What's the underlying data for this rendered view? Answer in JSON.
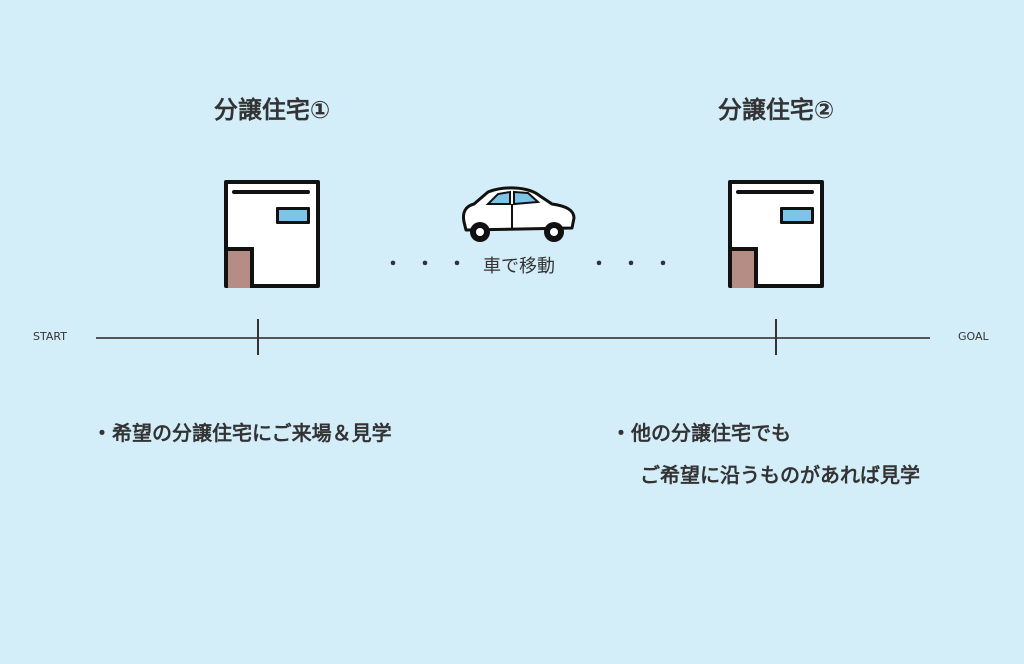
{
  "houses": [
    {
      "title": "分譲住宅①"
    },
    {
      "title": "分譲住宅②"
    }
  ],
  "move": {
    "dots": "・・・",
    "label": "車で移動"
  },
  "timeline": {
    "start": "START",
    "goal": "GOAL"
  },
  "notes": {
    "left": "・希望の分譲住宅にご来場＆見学",
    "right_line1": "・他の分譲住宅でも",
    "right_line2": "ご希望に沿うものがあれば見学"
  },
  "colors": {
    "background": "#d4eef9",
    "window": "#7ec3e8",
    "door": "#b58d84"
  }
}
